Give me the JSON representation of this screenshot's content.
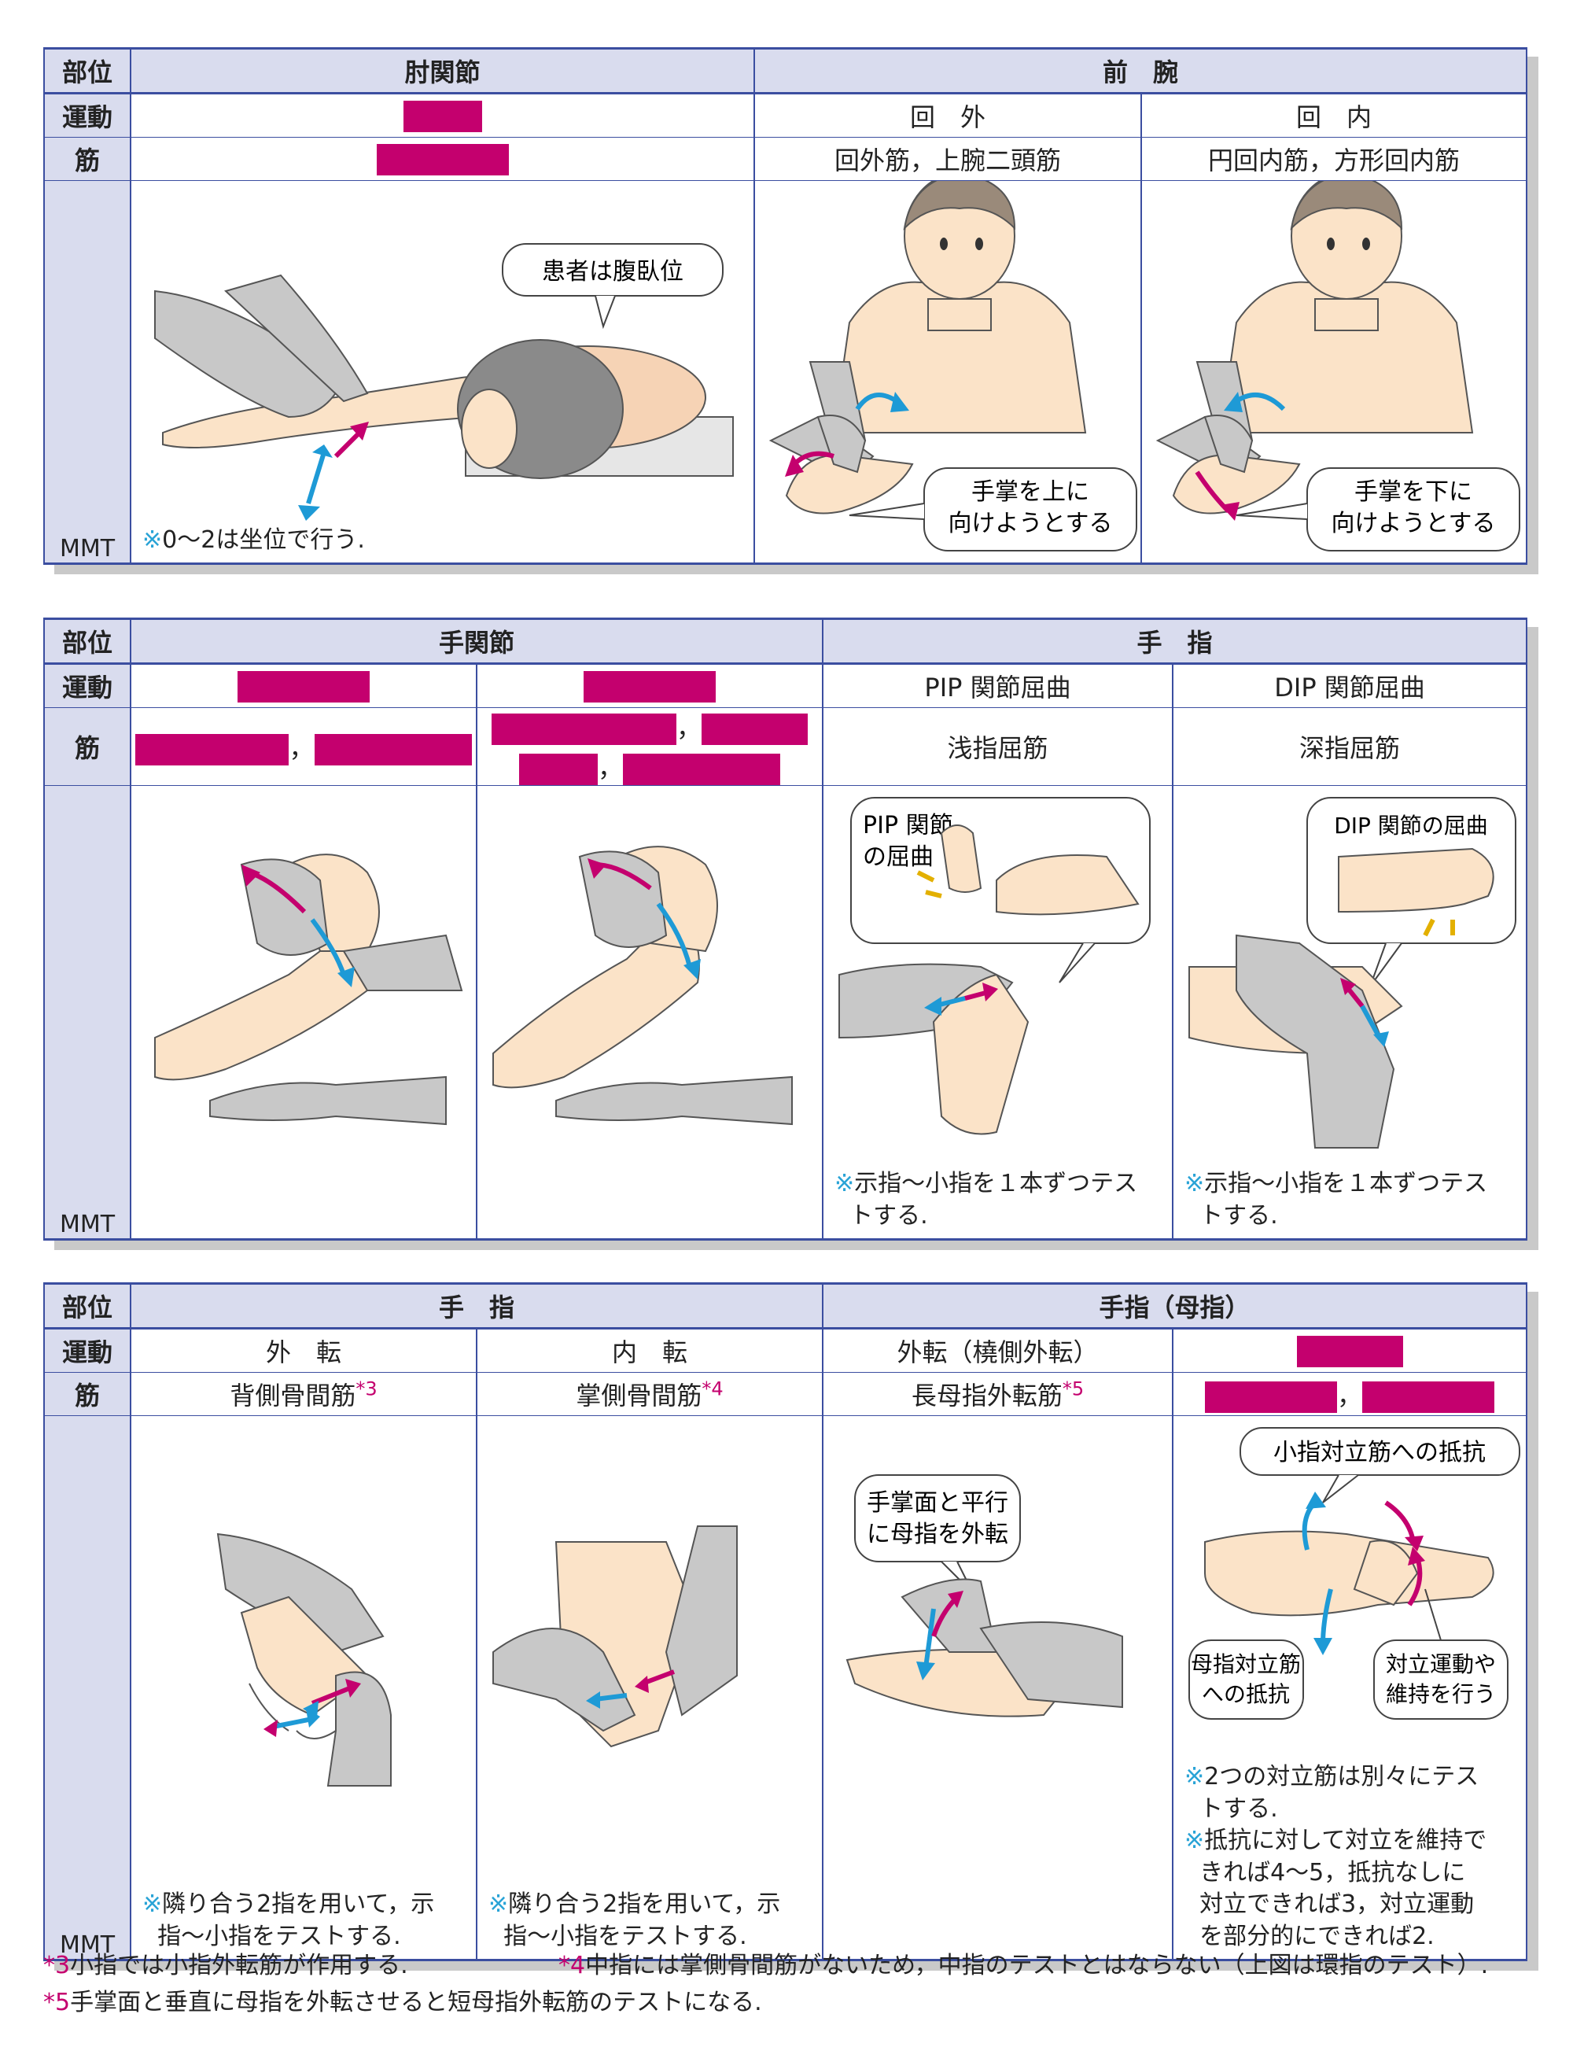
{
  "t1": {
    "h_label": "部位",
    "h_elbow": "肘関節",
    "h_forearm": "前　腕",
    "r_motion": "運動",
    "r_muscle": "筋",
    "r_mmt": "MMT",
    "sup": "回　外",
    "pro": "回　内",
    "sup_m": "回外筋，上腕二頭筋",
    "pro_m": "円回内筋，方形回内筋",
    "bubble": "患者は腹臥位",
    "note": "0〜2は坐位で行う.",
    "sup_b1": "手掌を上に",
    "sup_b2": "向けようとする",
    "pro_b1": "手掌を下に",
    "pro_b2": "向けようとする"
  },
  "t2": {
    "h_label": "部位",
    "h_wrist": "手関節",
    "h_finger": "手　指",
    "r_motion": "運動",
    "r_muscle": "筋",
    "r_mmt": "MMT",
    "pip": "PIP 関節屈曲",
    "dip": "DIP 関節屈曲",
    "pip_m": "浅指屈筋",
    "dip_m": "深指屈筋",
    "pip_b1": "PIP 関節",
    "pip_b2": "の屈曲",
    "dip_b": "DIP 関節の屈曲",
    "note1": "示指〜小指を１本ずつテス",
    "note2": "トする."
  },
  "t3": {
    "h_label": "部位",
    "h_finger": "手　指",
    "h_thumb": "手指（母指）",
    "r_motion": "運動",
    "r_muscle": "筋",
    "r_mmt": "MMT",
    "abd": "外　転",
    "add": "内　転",
    "abd_t": "外転（橈側外転）",
    "abd_m": "背側骨間筋",
    "add_m": "掌側骨間筋",
    "abd_t_m": "長母指外転筋",
    "sup3": "*3",
    "sup4": "*4",
    "sup5": "*5",
    "bubble1": "手掌面と平行",
    "bubble2": "に母指を外転",
    "opp_b": "小指対立筋への抵抗",
    "opp_l1": "母指対立筋",
    "opp_l2": "への抵抗",
    "opp_r1": "対立運動や",
    "opp_r2": "維持を行う",
    "note_a1": "隣り合う2指を用いて，示",
    "note_a2": "指〜小指をテストする.",
    "note_o1": "2つの対立筋は別々にテス",
    "note_o2": "トする.",
    "note_o3": "抵抗に対して対立を維持で",
    "note_o4": "きれば4〜5，抵抗なしに",
    "note_o5": "対立できれば3，対立運動",
    "note_o6": "を部分的にできれば2."
  },
  "foot": {
    "m3": "*3",
    "f3": "小指では小指外転筋が作用する.",
    "m4": "*4",
    "f4": "中指には掌側骨間筋がないため，中指のテストとはならない（上図は環指のテスト）.",
    "m5": "*5",
    "f5": "手掌面と垂直に母指を外転させると短母指外転筋のテストになる."
  },
  "mark": "※",
  "colors": {
    "header_bg": "#d9dcee",
    "border": "#3b4ea0",
    "redacted": "#c4006e",
    "note_mark": "#29a3d6",
    "arrow_blue": "#1e9ad6",
    "arrow_pink": "#c4006e",
    "skin": "#fbe3c8",
    "glove": "#c8c8c8"
  }
}
